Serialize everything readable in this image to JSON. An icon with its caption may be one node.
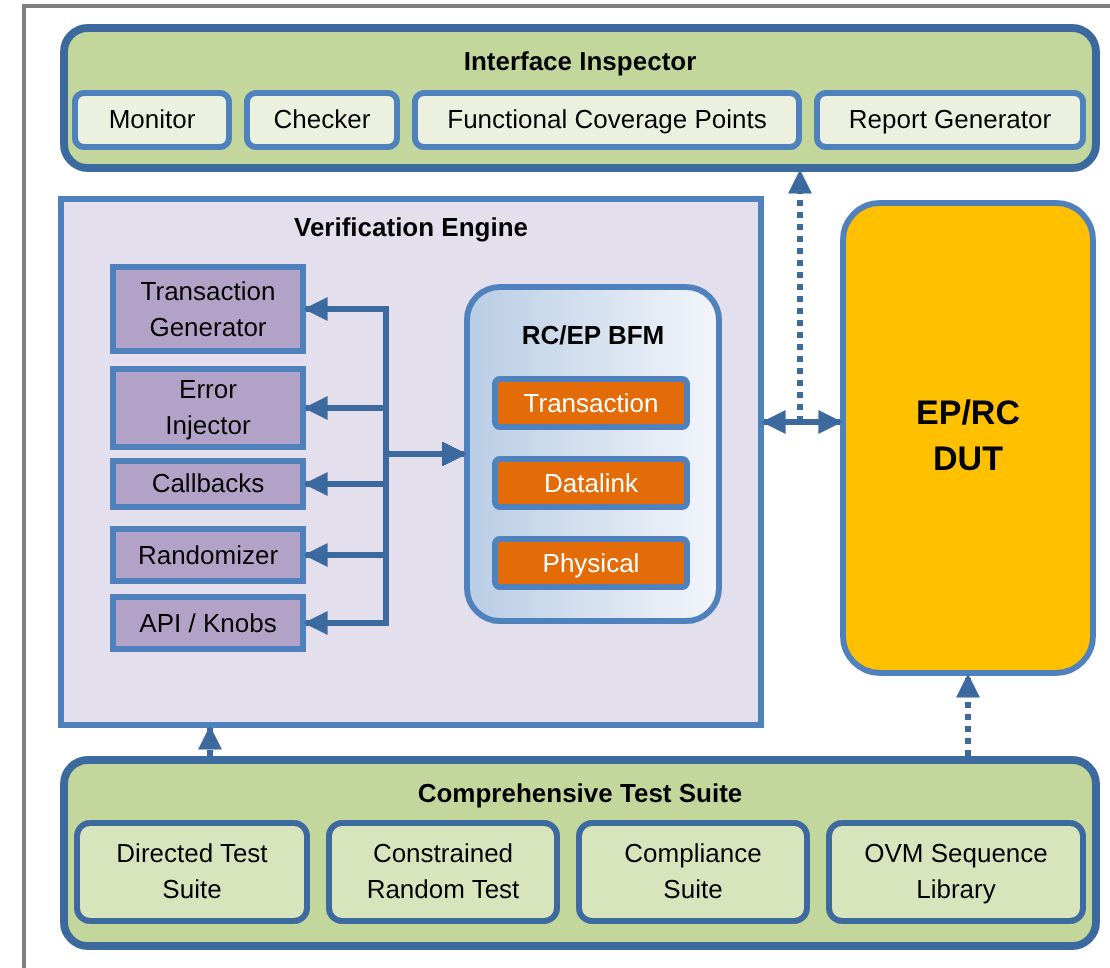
{
  "diagram": {
    "nodes": [
      {
        "text": [
          "Interface Inspector"
        ]
      },
      {
        "text": [
          "Monitor"
        ],
        "in": 0
      },
      {
        "text": [
          "Checker"
        ],
        "in": 0
      },
      {
        "text": [
          "Functional Coverage Points"
        ],
        "in": 0
      },
      {
        "text": [
          "Report Generator"
        ],
        "in": 0
      },
      {
        "text": [
          "Verification Engine"
        ]
      },
      {
        "text": [
          "Transaction Generator"
        ],
        "in": 5
      },
      {
        "text": [
          "Error Injector"
        ],
        "in": 5
      },
      {
        "text": [
          "Callbacks"
        ],
        "in": 5
      },
      {
        "text": [
          "Randomizer"
        ],
        "in": 5
      },
      {
        "text": [
          "API / Knobs"
        ],
        "in": 5
      },
      {
        "text": [
          "RC/EP BFM"
        ],
        "in": 5
      },
      {
        "text": [
          "Transaction"
        ],
        "in": 11
      },
      {
        "text": [
          "Datalink"
        ],
        "in": 11
      },
      {
        "text": [
          "Physical"
        ],
        "in": 11
      },
      {
        "text": [
          "EP/RC DUT"
        ]
      },
      {
        "text": [
          "Comprehensive Test Suite"
        ]
      },
      {
        "text": [
          "Directed Test Suite"
        ],
        "in": 16
      },
      {
        "text": [
          "Constrained Random Test"
        ],
        "in": 16
      },
      {
        "text": [
          "Compliance Suite"
        ],
        "in": 16
      },
      {
        "text": [
          "OVM Sequence Library"
        ],
        "in": 16
      }
    ],
    "edges": [
      {
        "from": 6,
        "to": 11,
        "arrow": "both"
      },
      {
        "from": 7,
        "to": 11,
        "arrow": "both"
      },
      {
        "from": 8,
        "to": 11,
        "arrow": "both"
      },
      {
        "from": 9,
        "to": 11,
        "arrow": "both"
      },
      {
        "from": 10,
        "to": 11,
        "arrow": "both"
      },
      {
        "from": 5,
        "to": 15,
        "arrow": "both"
      },
      {
        "from": null,
        "to": 0,
        "arrow": "to",
        "style": "dashed"
      },
      {
        "from": 16,
        "to": 5,
        "arrow": "to",
        "style": "dashed"
      },
      {
        "from": 16,
        "to": 15,
        "arrow": "to",
        "style": "dashed"
      }
    ]
  }
}
